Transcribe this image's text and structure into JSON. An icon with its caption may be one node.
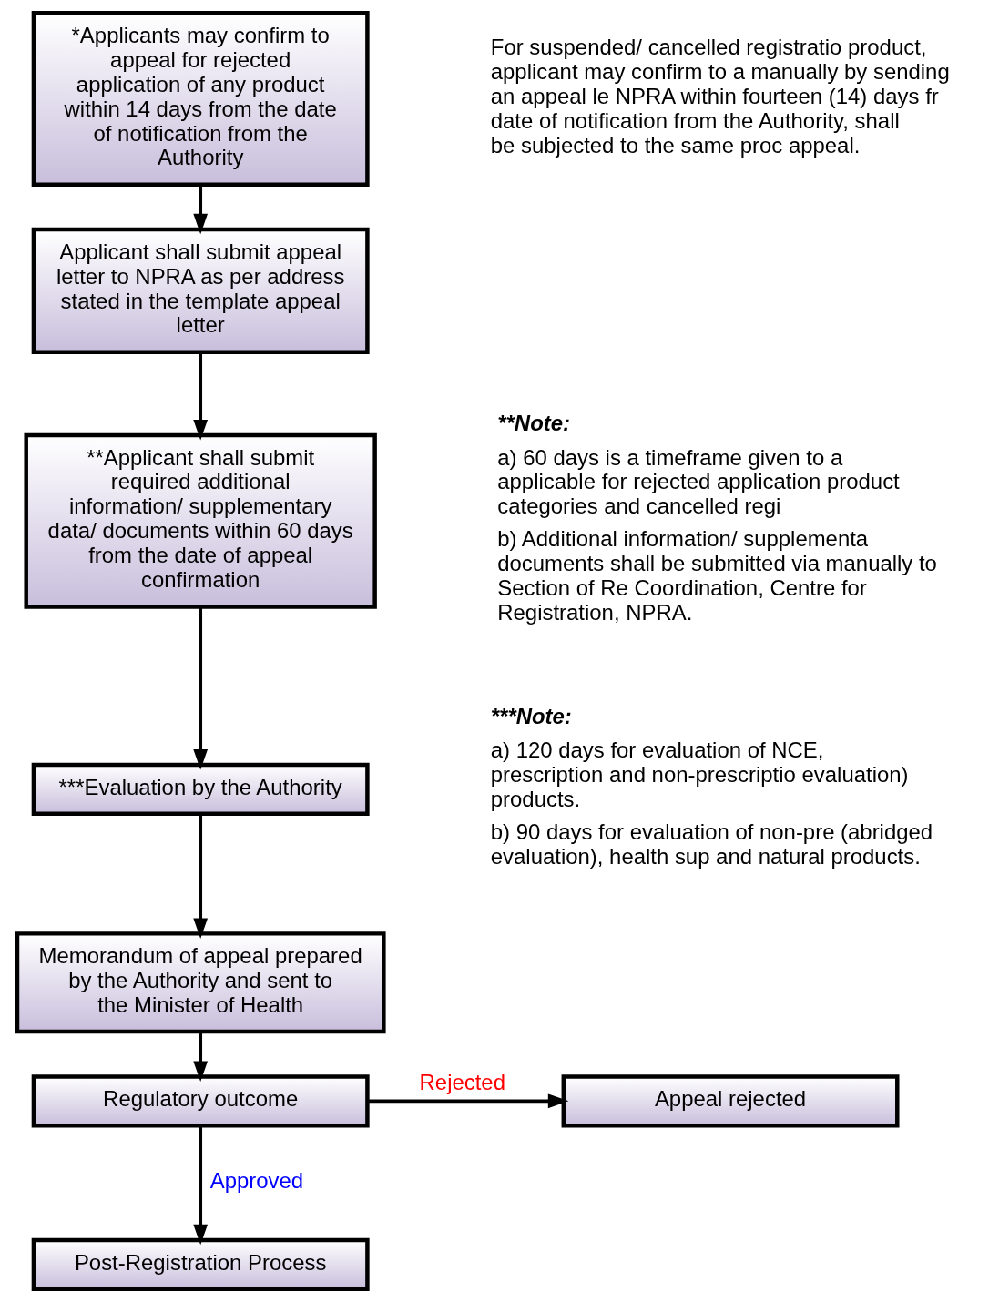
{
  "diagram": {
    "nodes": [
      {
        "text": [
          "*Applicants may confirm to appeal for rejected application of any product within 14 days from the date of notification from the Authority"
        ]
      },
      {
        "text": [
          "Applicant shall submit appeal letter to NPRA as per address stated in the template appeal letter"
        ]
      },
      {
        "text": [
          "**Applicant shall submit required additional information/ supplementary data/ documents within 60 days from the date of appeal confirmation"
        ]
      },
      {
        "text": [
          "***Evaluation by the Authority"
        ]
      },
      {
        "text": [
          "Memorandum of appeal prepared by the Authority and sent to the Minister of Health"
        ]
      },
      {
        "text": [
          "Regulatory outcome"
        ]
      },
      {
        "text": [
          "Appeal rejected"
        ]
      },
      {
        "text": [
          "Post-Registration Process"
        ]
      }
    ],
    "edges": [
      {
        "from": 0,
        "to": 1,
        "arrow": "to"
      },
      {
        "from": 1,
        "to": 2,
        "arrow": "to"
      },
      {
        "from": 2,
        "to": 3,
        "arrow": "to"
      },
      {
        "from": 3,
        "to": 4,
        "arrow": "to"
      },
      {
        "from": 4,
        "to": 5,
        "arrow": "to"
      },
      {
        "from": 5,
        "to": 6,
        "arrow": "to",
        "label": "Rejected"
      },
      {
        "from": 5,
        "to": 7,
        "arrow": "to",
        "label": "Approved"
      }
    ],
    "labels": [
      "For suspended/ cancelled registratio product, applicant may confirm to a manually by sending an appeal le NPRA within fourteen (14) days fr date of notification from the Authority, shall be subjected to the same proc appeal.",
      "**Note:",
      "a) 60 days is a timeframe given to a applicable for rejected application product categories and cancelled regi",
      "b) Additional information/ supplementa documents shall be submitted via manually to Section of Re Coordination, Centre for Registration, NPRA.",
      "***Note:",
      "a) 120 days for evaluation of NCE, prescription and non-prescriptio evaluation) products.",
      "b) 90 days for evaluation of non-pre (abridged evaluation), health sup and natural products."
    ]
  }
}
